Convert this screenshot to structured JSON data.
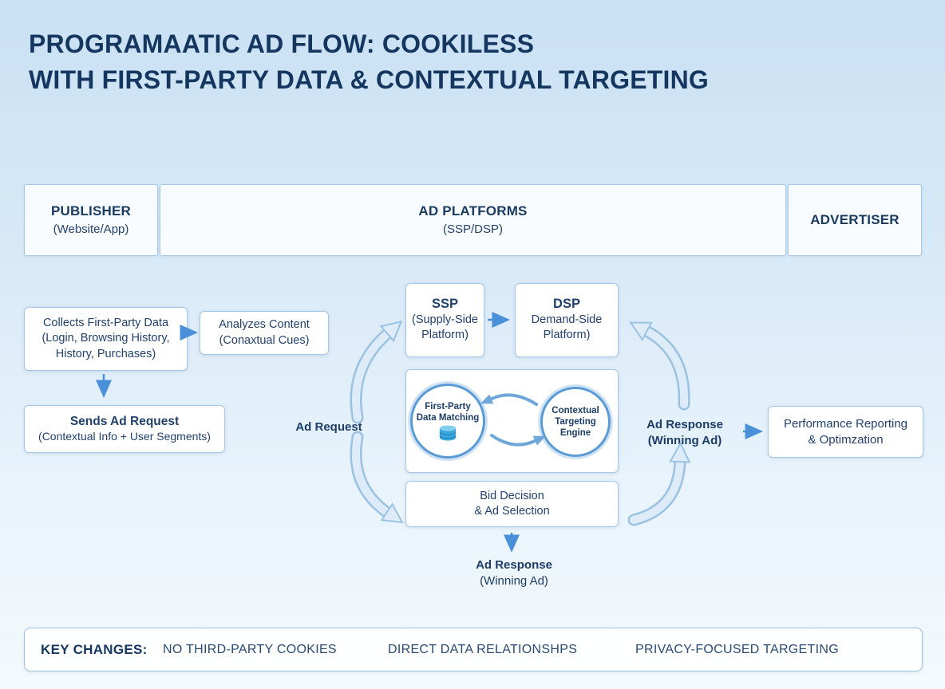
{
  "title": {
    "line1": "PROGRAMAATIC AD FLOW: COOKILESS",
    "line2": "WITH FIRST-PARTY DATA & CONTEXTUAL TARGETING"
  },
  "header": {
    "publisher": {
      "title": "PUBLISHER",
      "subtitle": "(Website/App)"
    },
    "ad_platforms": {
      "title": "AD PLATFORMS",
      "subtitle": "(SSP/DSP)"
    },
    "advertiser": {
      "title": "ADVERTISER"
    }
  },
  "publisher_flow": {
    "collects_box": {
      "line1": "Collects First-Party Data",
      "line2": "(Login, Browsing History,",
      "line3": "History, Purchases)"
    },
    "analyzes_box": {
      "line1": "Analyzes Content",
      "line2": "(Conaxtual Cues)"
    },
    "sends_box": {
      "title": "Sends Ad Request",
      "subtitle": "(Contextual Info + User Segments)"
    }
  },
  "platform_flow": {
    "ssp_box": {
      "title": "SSP",
      "line2": "(Supply-Side",
      "line3": "Platform)"
    },
    "dsp_box": {
      "title": "DSP",
      "line2": "Demand-Side",
      "line3": "Platform)"
    },
    "first_party_circle": {
      "line1": "First-Party",
      "line2": "Data Matching"
    },
    "contextual_circle": {
      "line1": "Contextual",
      "line2": "Targeting",
      "line3": "Engine"
    },
    "bid_box": {
      "line1": "Bid Decision",
      "line2": "& Ad Selection"
    }
  },
  "advertiser_flow": {
    "performance_box": {
      "line1": "Performance Reporting",
      "line2": "& Optimzation"
    }
  },
  "labels": {
    "ad_request": "Ad Request",
    "ad_response_side_line1": "Ad Response",
    "ad_response_side_line2": "(Winning Ad)",
    "ad_response_bottom_line1": "Ad Response",
    "ad_response_bottom_line2": "(Winning Ad)"
  },
  "key_changes": {
    "label": "KEY CHANGES:",
    "items": [
      "NO THIRD-PARTY COOKIES",
      "DIRECT DATA RELATIONSHPS",
      "PRIVACY-FOCUSED TARGETING"
    ]
  },
  "colors": {
    "title_text": "#14365f",
    "body_text": "#22416b",
    "box_border": "#a6c8e6",
    "arrow": "#4a90d9",
    "swoosh_outline": "#9cc2e2",
    "swoosh_fill": "#ddecf8",
    "circle_ring": "#5b9bd5"
  }
}
